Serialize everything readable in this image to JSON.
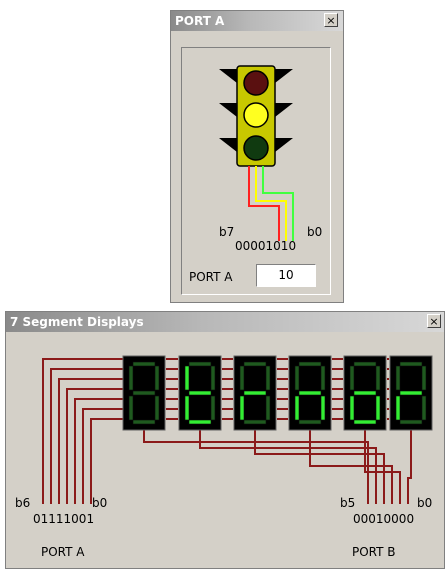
{
  "port_a_window": {
    "title": "PORT A",
    "close_glyph": "×",
    "bit_high_label": "b7",
    "bit_low_label": "b0",
    "bits": "00001010",
    "port_label": "PORT A",
    "port_value": "10",
    "traffic_light": {
      "red": "off",
      "yellow": "on",
      "green": "off"
    },
    "wire_colors": {
      "red": "#ff2020",
      "yellow": "#ffff00",
      "green": "#40ff40"
    }
  },
  "seg_window": {
    "title": "7 Segment Displays",
    "close_glyph": "×",
    "displays": [
      {
        "segments": "abcdefg",
        "lit": ""
      },
      {
        "segments": "abcdefg",
        "lit": "defg"
      },
      {
        "segments": "abcdefg",
        "lit": "eg"
      },
      {
        "segments": "abcdefg",
        "lit": "ceg"
      },
      {
        "segments": "abcdefg",
        "lit": "cdeg"
      },
      {
        "segments": "abcdefg",
        "lit": "eg"
      }
    ],
    "left": {
      "bit_high_label": "b6",
      "bit_low_label": "b0",
      "bits": "01111001",
      "port_label": "PORT A"
    },
    "right": {
      "bit_high_label": "b5",
      "bit_low_label": "b0",
      "bits": "00010000",
      "port_label": "PORT B"
    },
    "colors": {
      "wire": "#8b1a1a",
      "seg_on": "#33ee33",
      "seg_off": "#1f5a1f",
      "display_bg": "#000000"
    }
  }
}
